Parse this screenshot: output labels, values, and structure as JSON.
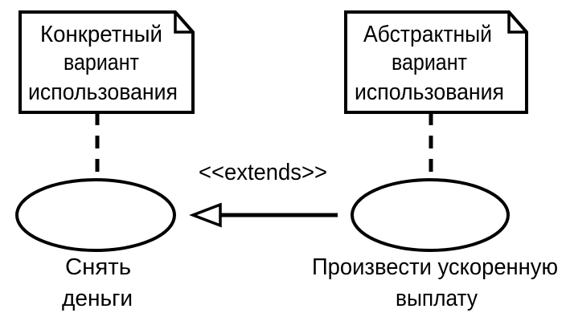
{
  "notes": [
    {
      "lines": [
        "Конкретный",
        "вариант",
        "использования"
      ]
    },
    {
      "lines": [
        "Абстрактный",
        "вариант",
        "использования"
      ]
    }
  ],
  "use_cases": [
    {
      "lines": [
        "Снять",
        "деньги"
      ]
    },
    {
      "lines": [
        "Произвести ускоренную",
        "выплату"
      ]
    }
  ],
  "relationship": {
    "label": "<<extends>>"
  },
  "colors": {
    "stroke": "#000000",
    "background": "#ffffff"
  }
}
